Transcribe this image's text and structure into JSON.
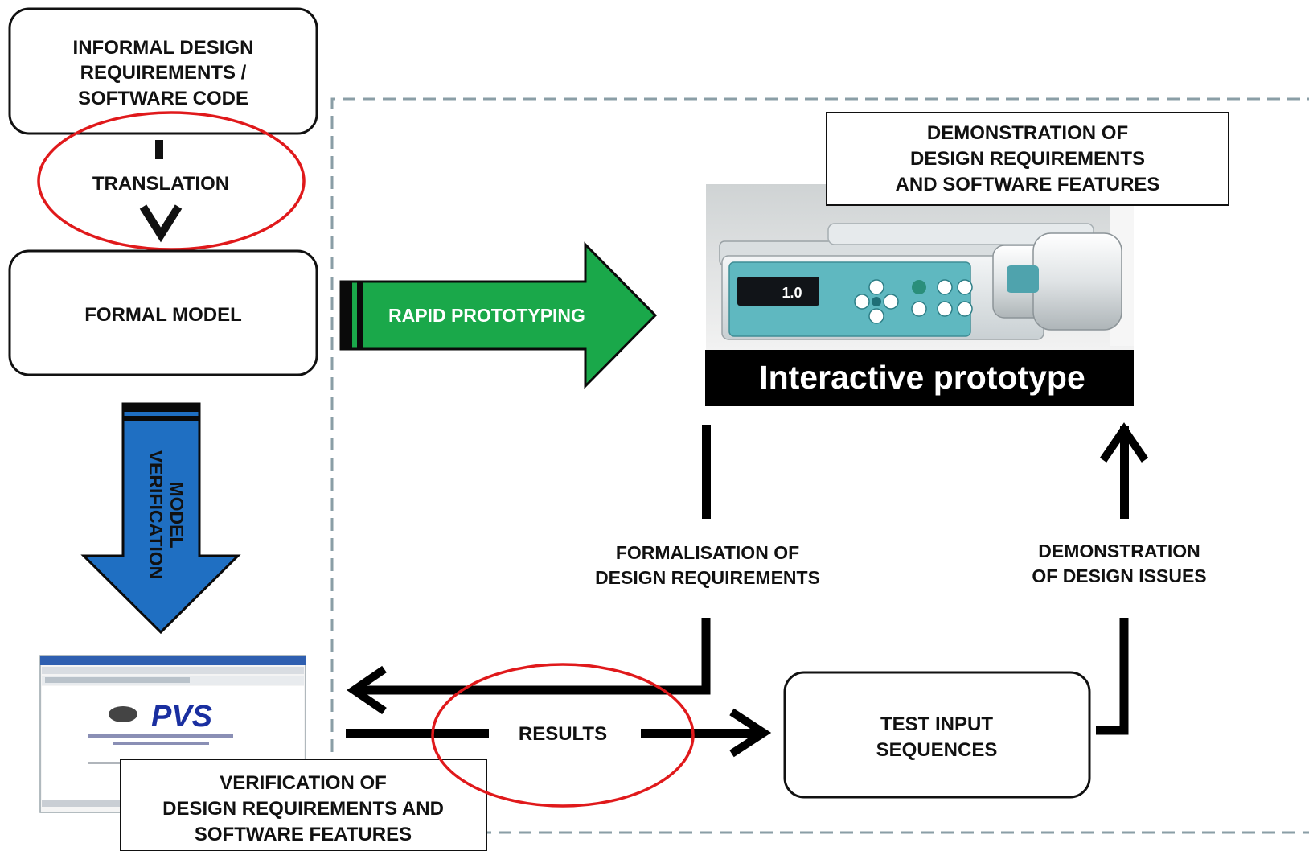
{
  "boxes": {
    "informal_requirements": [
      "INFORMAL DESIGN",
      "REQUIREMENTS /",
      "SOFTWARE CODE"
    ],
    "formal_model": "FORMAL MODEL",
    "test_input_sequences": [
      "TEST INPUT",
      "SEQUENCES"
    ],
    "demonstration_box": [
      "DEMONSTRATION OF",
      "DESIGN REQUIREMENTS",
      "AND SOFTWARE FEATURES"
    ],
    "verification_box": [
      "VERIFICATION OF",
      "DESIGN REQUIREMENTS AND",
      "SOFTWARE FEATURES"
    ]
  },
  "labels": {
    "translation": "TRANSLATION",
    "rapid_prototyping": "RAPID PROTOTYPING",
    "model_verification": [
      "MODEL",
      "VERIFICATION"
    ],
    "interactive_prototype": "Interactive prototype",
    "formalisation": [
      "FORMALISATION OF",
      "DESIGN REQUIREMENTS"
    ],
    "demonstration_issues": [
      "DEMONSTRATION",
      "OF DESIGN ISSUES"
    ],
    "results": "RESULTS"
  },
  "device": {
    "display_value": "1.0"
  },
  "pvs_screenshot": {
    "logo_text": "PVS"
  },
  "colors": {
    "green_arrow": "#1aa84a",
    "blue_arrow": "#1f6fc2",
    "highlight_ellipse": "#e0191b",
    "dashed_border": "#8a9ea6",
    "device_body": "#e4e8ea",
    "device_panel": "#5fb8c0"
  }
}
